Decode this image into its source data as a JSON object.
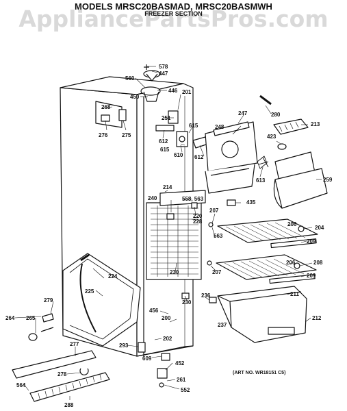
{
  "header": {
    "models": "MODELS MRSC20BASMAD, MRSC20BASMWH",
    "section": "FREEZER SECTION"
  },
  "watermark": "AppliancePartsPros.com",
  "reference": "(ART NO. WR18151 C5)",
  "part_labels": {
    "p578": "578",
    "p447": "447",
    "p560": "560",
    "p446": "446",
    "p450": "450",
    "p201": "201",
    "p268": "268",
    "p251": "251",
    "p276": "276",
    "p275": "275",
    "p612a": "612",
    "p615a": "615",
    "p615b": "615",
    "p610": "610",
    "p612b": "612",
    "p247": "247",
    "p248": "248",
    "p280": "280",
    "p213": "213",
    "p423": "423",
    "p613": "613",
    "p259": "259",
    "p214": "214",
    "p240": "240",
    "p558": "558, 563",
    "p220": "220",
    "p228": "228",
    "p207a": "207",
    "p435": "435",
    "p206a": "206",
    "p204": "204",
    "p563": "563",
    "p209a": "209",
    "p206b": "206",
    "p208": "208",
    "p207b": "207",
    "p209b": "209",
    "p224": "224",
    "p230a": "230",
    "p225": "225",
    "p211": "211",
    "p236": "236",
    "p230b": "230",
    "p279": "279",
    "p456": "456",
    "p200": "200",
    "p212": "212",
    "p237": "237",
    "p264": "264",
    "p265": "265",
    "p202": "202",
    "p277": "277",
    "p293": "293",
    "p609": "609",
    "p452": "452",
    "p564": "564",
    "p278": "278",
    "p261": "261",
    "p552": "552",
    "p288": "288"
  }
}
